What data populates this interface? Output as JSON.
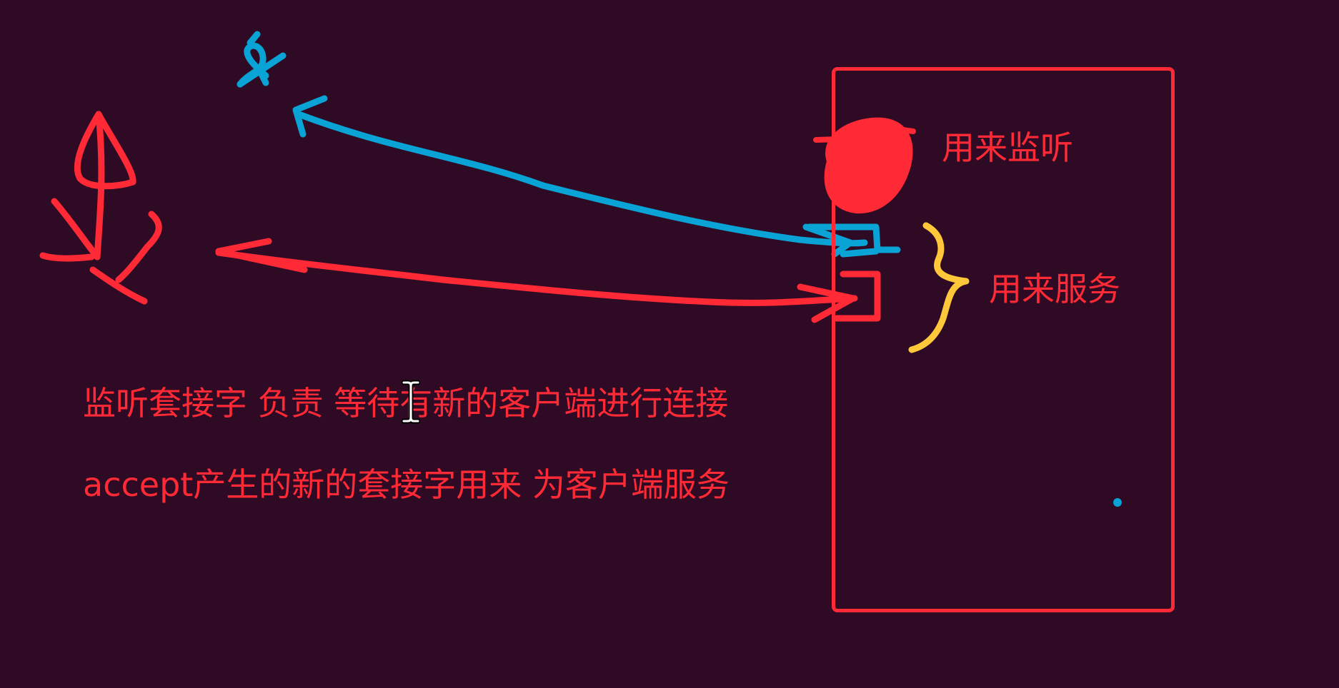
{
  "colors": {
    "background": "#2e0a24",
    "red_ink": "#ff2a36",
    "blue_ink": "#0aa3d6",
    "yellow_ink": "#ffc83a"
  },
  "server": {
    "listen_label": "用来监听",
    "serve_label": "用来服务"
  },
  "notes": {
    "line1": "监听套接字 负责 等待有新的客户端进行连接",
    "line2": "accept产生的新的套接字用来 为客户端服务"
  }
}
